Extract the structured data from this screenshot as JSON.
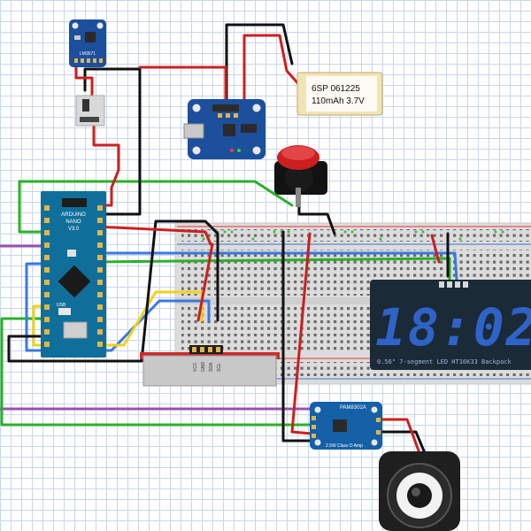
{
  "battery": {
    "label_line1": "6SP 061225",
    "label_line2": "110mAh 3.7V",
    "body_color": "#f2e5b4",
    "wrap_color": "#ffffff"
  },
  "display": {
    "digits_text": "18:02",
    "caption": "0.56\" 7-segment LED HT16K33 Backpack",
    "body_color": "#1b2a37",
    "segment_color": "#2f63c8"
  },
  "arduino": {
    "label_line1": "ARDUINO",
    "label_line2": "NANO",
    "label_line3": "V3.0",
    "usb_label": "USB",
    "body_color": "#0f6f9a"
  },
  "amp": {
    "title": "PAM8302A",
    "subtitle": "2.5W Class D Amp",
    "body_color": "#1560a6"
  },
  "lipo_charger": {
    "body_color": "#1c4f9c"
  },
  "small_breakout": {
    "label": "LM3671",
    "body_color": "#1c4f9c"
  },
  "rtc_header": {
    "pins": [
      "VCC",
      "GND",
      "SDA",
      "SCL"
    ]
  },
  "pushbutton": {
    "cap_color": "#cc1f1f"
  },
  "breadboard": {
    "body_color": "#dcdcdc",
    "rail_red": "#e33",
    "rail_blue": "#3b6fd6"
  },
  "wire_colors": {
    "red": "#cc1f1f",
    "black": "#111111",
    "green": "#2ab02a",
    "blue": "#3a78e0",
    "yellow": "#f0d21a",
    "purple": "#9b4fb0"
  },
  "speaker": {
    "body_color": "#1f1f1f"
  }
}
